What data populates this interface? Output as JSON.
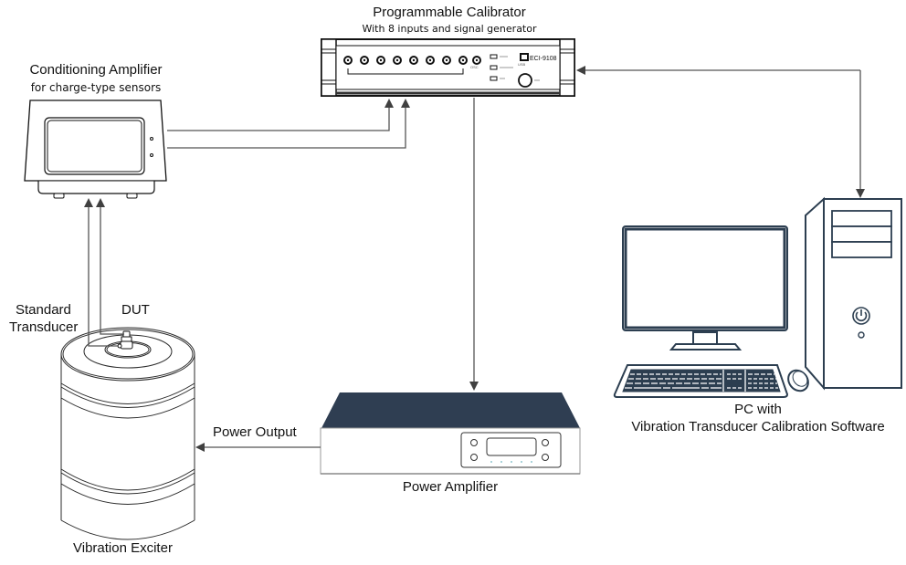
{
  "diagram": {
    "title": "Vibration transducer calibration system setup",
    "nodes": {
      "calibrator": {
        "label": "Programmable Calibrator",
        "sublabel": "With 8 inputs and signal generator",
        "model": "ECI-9108",
        "inputs": 8,
        "ports": [
          "1",
          "2",
          "3",
          "4",
          "5",
          "6",
          "7",
          "8",
          "OSC"
        ],
        "usb_label": "USB"
      },
      "conditioning_amplifier": {
        "label": "Conditioning Amplifier",
        "sublabel": "for charge-type sensors"
      },
      "standard_transducer": {
        "label_line1": "Standard",
        "label_line2": "Transducer"
      },
      "dut": {
        "label": "DUT"
      },
      "vibration_exciter": {
        "label": "Vibration Exciter"
      },
      "power_amplifier": {
        "label": "Power Amplifier"
      },
      "pc": {
        "label_line1": "PC with",
        "label_line2": "Vibration Transducer Calibration Software"
      }
    },
    "edges": [
      {
        "from": "standard_transducer",
        "to": "conditioning_amplifier"
      },
      {
        "from": "dut",
        "to": "conditioning_amplifier"
      },
      {
        "from": "conditioning_amplifier",
        "to": "calibrator",
        "count": 2
      },
      {
        "from": "calibrator",
        "to": "power_amplifier"
      },
      {
        "from": "power_amplifier",
        "to": "vibration_exciter",
        "label": "Power Output"
      },
      {
        "from": "pc",
        "to": "calibrator",
        "bidirectional": true
      }
    ],
    "colors": {
      "line": "#555555",
      "device_dark": "#2f3e52",
      "outline": "#1a1a1a",
      "pc_outline": "#2c3e50",
      "led_dots": "#6fb3c0"
    }
  }
}
